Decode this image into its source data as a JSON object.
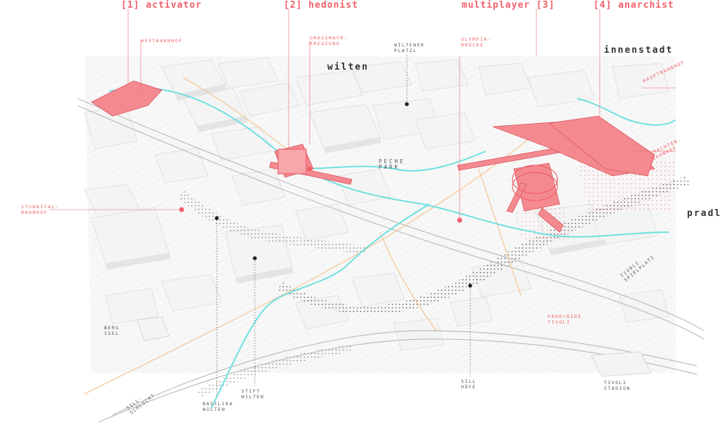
{
  "headers": {
    "activator": "[1] activator",
    "hedonist": "[2] hedonist",
    "multiplayer": "multiplayer [3]",
    "anarchist": "[4] anarchist"
  },
  "districts": {
    "wilten": "wilten",
    "innenstadt": "innenstadt",
    "pradl": "pradl"
  },
  "red_labels": {
    "westbahnhof": "WESTBAHNHOF",
    "grassmayr": "GRASSMAYR-\nKREUZUNG",
    "olympia": "OLYMPIA-\nBRÜCKE",
    "hauptbahnhof": "HAUPTBAHNHOF",
    "frachtenbahnhof": "FRACHTEN-\nBAHNHOF",
    "stubaital": "STUBAITAL-\nBAHNHOF",
    "parkride": "PARK+RIDE\nTIVOLI"
  },
  "grey_labels": {
    "wiltener_platzl": "WILTENER\nPLATZL",
    "peche_park": "PECHE\nPARK",
    "tivoli_spielplatz": "TIVOLI\nSPIELPLATZ",
    "berg_isel": "BERG\nISEL",
    "sill_schlucht": "SILL-\nSCHLUCHT",
    "basilika": "BASILIKA\nWILTEN",
    "stift": "STIFT\nWILTEN",
    "sill_hoefe": "SILL\nHÖFE",
    "tivoli_stadion": "TIVOLI\nSTADION"
  },
  "colors": {
    "accent_red": "#f0606a",
    "cyan_path": "#6fe0e0",
    "orange_line": "#f3c08a",
    "building": "#f2f2f2",
    "ground": "#fafafa"
  }
}
